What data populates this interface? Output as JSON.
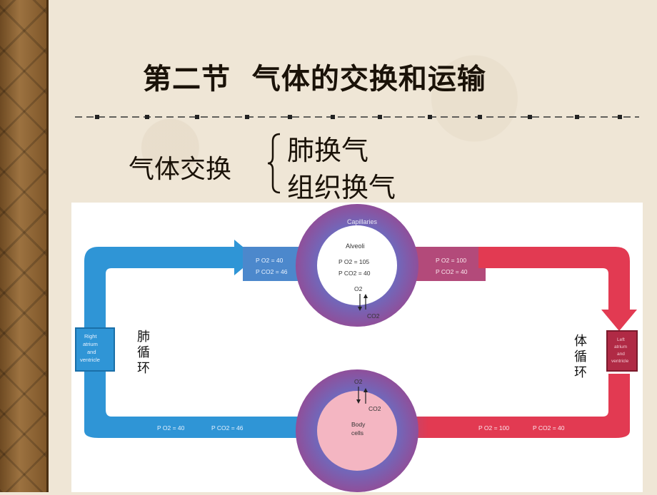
{
  "title": "第二节  气体的交换和运输",
  "gas_exchange": {
    "label": "气体交换",
    "items": [
      "肺换气",
      "组织换气"
    ]
  },
  "figure": {
    "capillaries_label": "Capillaries",
    "alveoli": {
      "label": "Alveoli",
      "po2": "P O2 = 105",
      "pco2": "P CO2 = 40"
    },
    "body_cells_label": "Body cells",
    "o2": "O2",
    "co2": "CO2",
    "left_top_po2": "P O2 = 40",
    "left_top_pco2": "P CO2 = 46",
    "right_top_po2": "P O2 = 100",
    "right_top_pco2": "P CO2 = 40",
    "bottom_left_po2": "P O2 = 40",
    "bottom_left_pco2": "P CO2 = 46",
    "bottom_right_po2": "P O2 = 100",
    "bottom_right_pco2": "P CO2 = 40",
    "right_atrium_label": [
      "Right",
      "atrium",
      "and",
      "ventricle"
    ],
    "left_atrium_label": [
      "Left",
      "atrium",
      "and",
      "ventricle"
    ],
    "pulmonary_circulation": [
      "肺",
      "循",
      "环"
    ],
    "systemic_circulation": [
      "体",
      "循",
      "环"
    ]
  },
  "colors": {
    "blue": "#2f95d6",
    "red": "#e23a52",
    "purple": "#7b5fa8"
  }
}
